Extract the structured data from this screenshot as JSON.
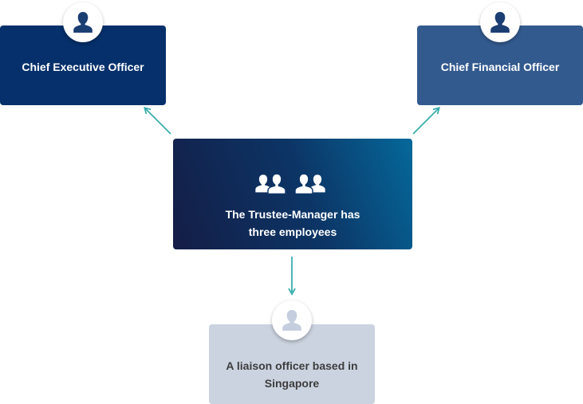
{
  "diagram": {
    "ceo": {
      "label": "Chief Executive Officer",
      "icon": "person-icon"
    },
    "cfo": {
      "label": "Chief Financial Officer",
      "icon": "person-icon"
    },
    "trustee_manager": {
      "label": "The Trustee-Manager has three employees",
      "icon": "group-icon"
    },
    "liaison": {
      "label": "A liaison officer based in Singapore",
      "icon": "person-icon"
    }
  },
  "colors": {
    "ceo_box": "#05306b",
    "cfo_box": "#335a8e",
    "trustee_box_start": "#141d46",
    "trustee_box_end": "#05689a",
    "liaison_box": "#cbd3e0",
    "arrow": "#3aaeae",
    "icon_dark": "#1b3e73",
    "icon_light": "#c4cede"
  }
}
